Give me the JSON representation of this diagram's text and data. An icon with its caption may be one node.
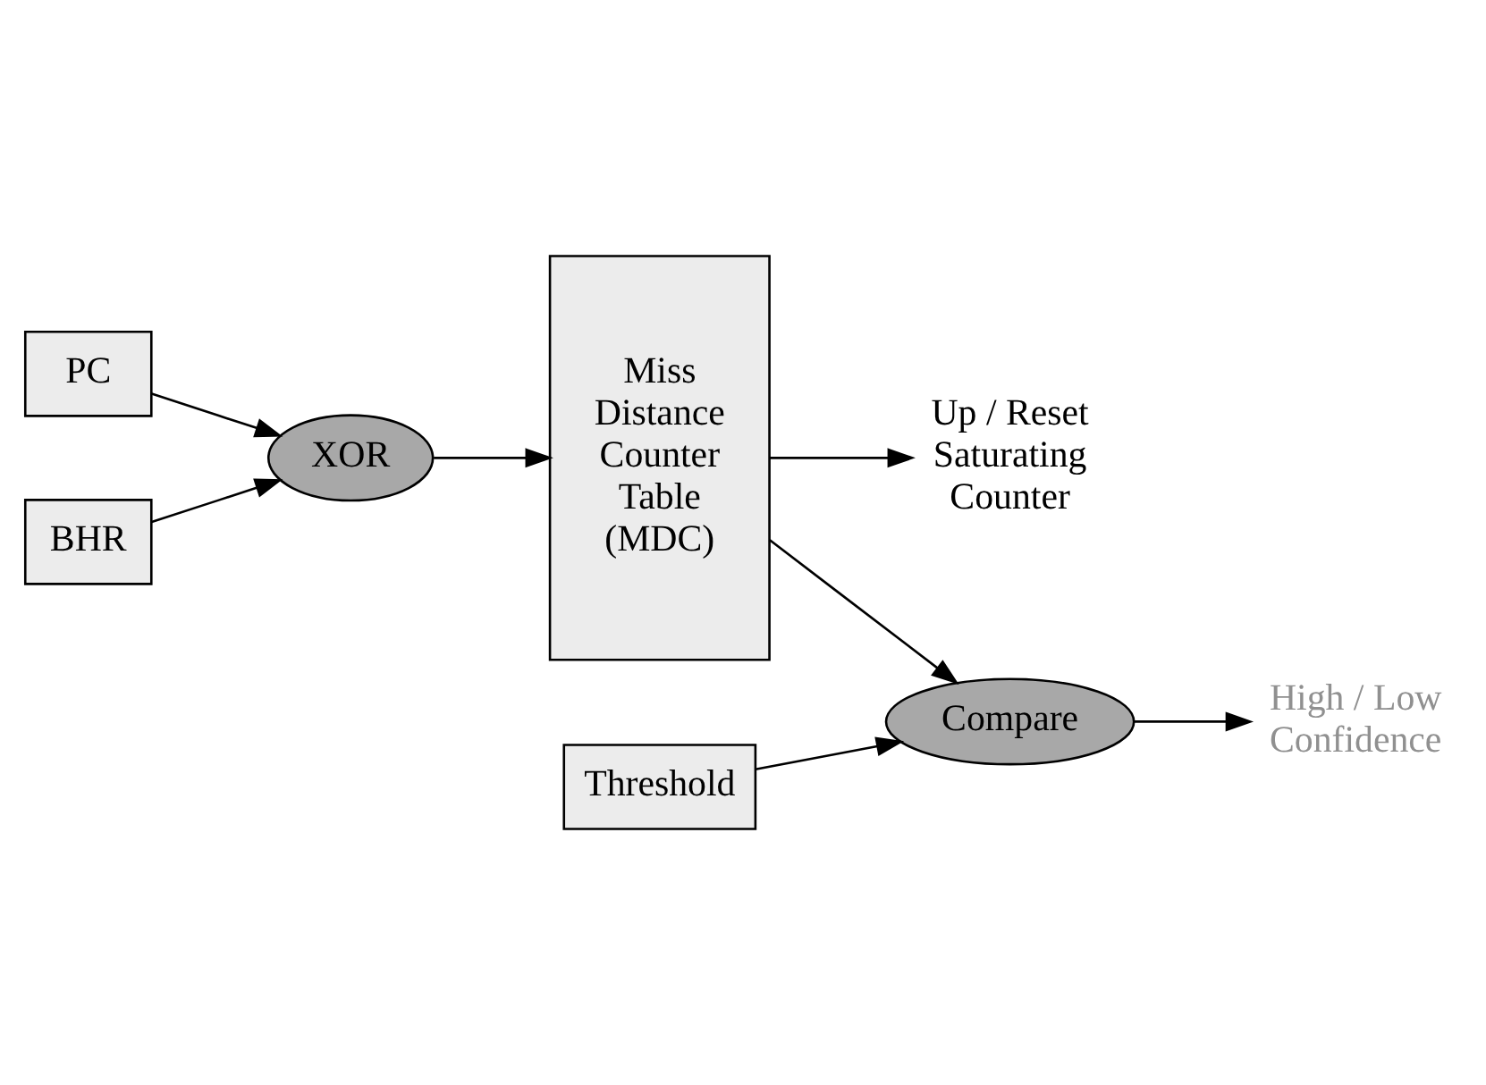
{
  "diagram": {
    "nodes": [
      {
        "text": [
          "PC"
        ]
      },
      {
        "text": [
          "XOR"
        ]
      },
      {
        "text": [
          "BHR"
        ]
      },
      {
        "text": [
          "Miss Distance Counter Table (MDC)"
        ]
      },
      {
        "text": [
          "Up / Reset Saturating Counter"
        ]
      },
      {
        "text": [
          "Compare"
        ]
      },
      {
        "text": [
          "High / Low Confidence"
        ]
      },
      {
        "text": [
          "Threshold"
        ]
      }
    ],
    "edges": [
      {
        "from": 0,
        "to": 1,
        "arrow": "to"
      },
      {
        "from": 2,
        "to": 1,
        "arrow": "to"
      },
      {
        "from": 1,
        "to": 3,
        "arrow": "to"
      },
      {
        "from": 3,
        "to": 4,
        "arrow": "to"
      },
      {
        "from": 3,
        "to": 5,
        "arrow": "to"
      },
      {
        "from": 5,
        "to": 6,
        "arrow": "to"
      },
      {
        "from": 7,
        "to": 5,
        "arrow": "to"
      }
    ]
  }
}
